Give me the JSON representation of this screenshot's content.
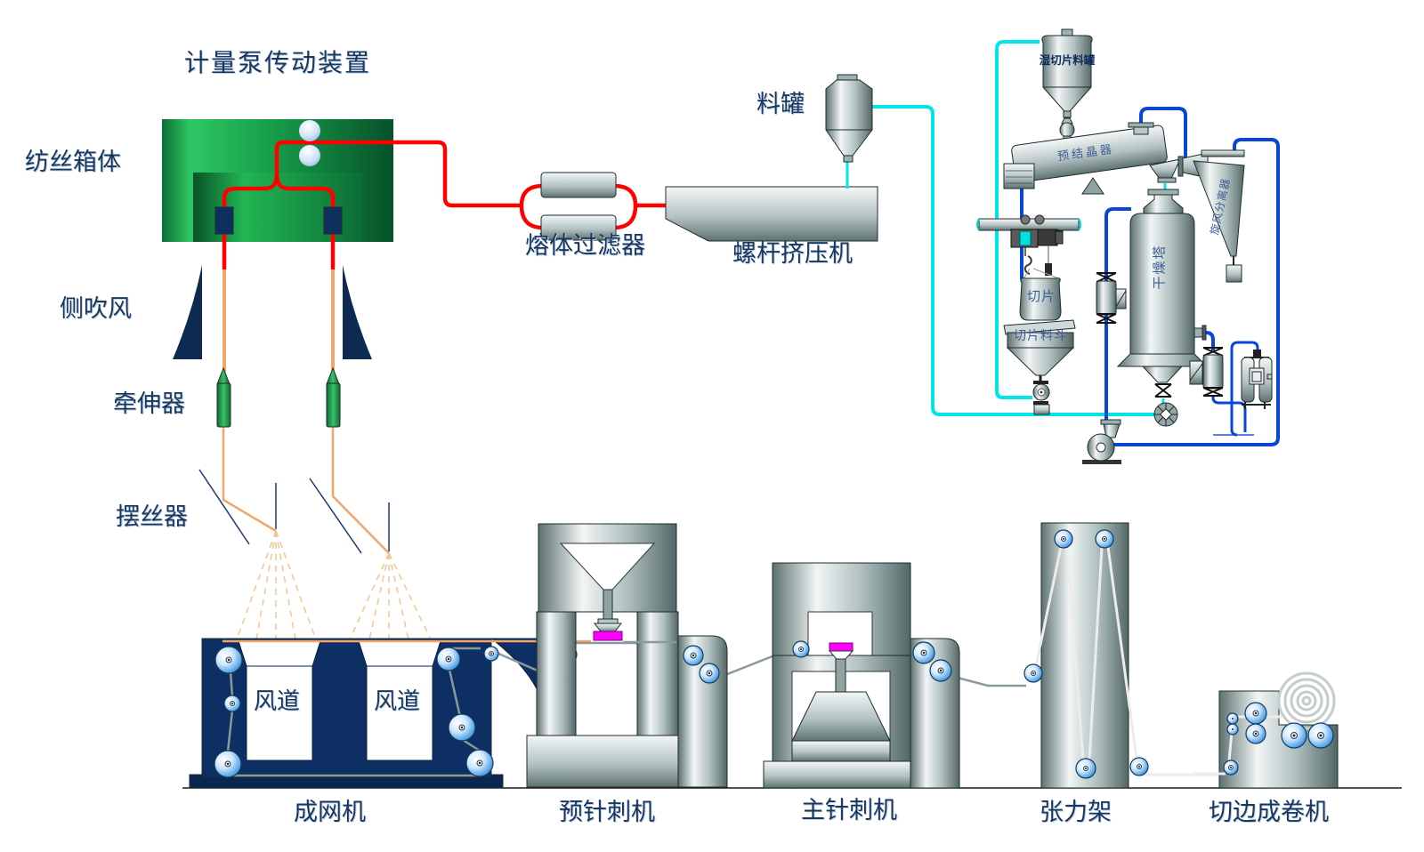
{
  "diagram_title": "计量泵传动装置",
  "labels": {
    "metering_pump_drive": "计量泵传动装置",
    "spinning_box": "纺丝箱体",
    "side_blowing": "侧吹风",
    "drawing_device": "牵伸器",
    "traverse_device": "摆丝器",
    "material_tank": "料罐",
    "melt_filter": "熔体过滤器",
    "screw_extruder": "螺杆挤压机",
    "air_duct": "风道",
    "web_former": "成网机",
    "pre_needle_loom": "预针刺机",
    "main_needle_loom": "主针刺机",
    "tension_frame": "张力架",
    "edge_cut_winder": "切边成卷机",
    "wet_chip_tank": "湿切片料罐",
    "pre_crystallizer": "预结晶器",
    "chips": "切片",
    "chip_hopper": "切片料斗",
    "drying_tower": "干燥塔",
    "cyclone_separator": "旋风分离器"
  },
  "colors": {
    "melt_pipe": "#FF0000",
    "chip_conveying_pipe": "#00E6E6",
    "drying_air_pipe": "#0A46D6",
    "filament": "#F2A66B",
    "machine_navy": "#0E2F63",
    "spinning_box_green": "#2EC763",
    "label_text": "#17375E",
    "needle_plate": "#FF00FF",
    "equipment_gray": "#AEBEBE"
  }
}
